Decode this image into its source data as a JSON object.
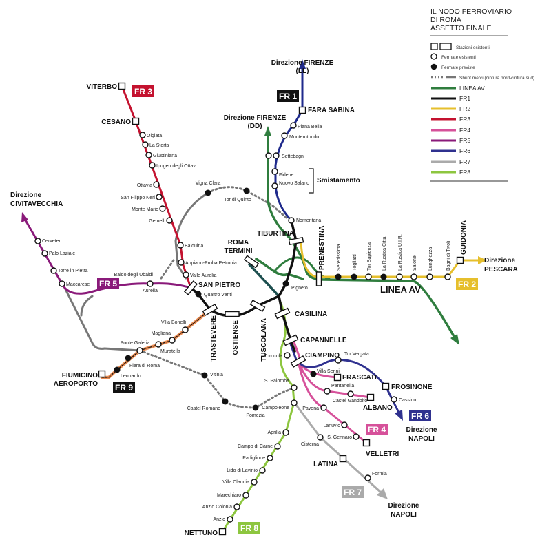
{
  "legend": {
    "title": [
      "IL NODO FERROVIARIO",
      "DI ROMA",
      "ASSETTO FINALE"
    ],
    "items": [
      {
        "label": "Stazioni esistenti",
        "kind": "station"
      },
      {
        "label": "Fermate esistenti",
        "kind": "open"
      },
      {
        "label": "Fermate previste",
        "kind": "filled"
      },
      {
        "label": "Shunt merci (cintura nord-cintura sud)",
        "kind": "shunt"
      },
      {
        "label": "LINEA AV",
        "kind": "line",
        "line": "av"
      },
      {
        "label": "FR1",
        "kind": "line",
        "line": "fr1"
      },
      {
        "label": "FR2",
        "kind": "line",
        "line": "fr2"
      },
      {
        "label": "FR3",
        "kind": "line",
        "line": "fr3"
      },
      {
        "label": "FR4",
        "kind": "line",
        "line": "fr4"
      },
      {
        "label": "FR5",
        "kind": "line",
        "line": "fr5"
      },
      {
        "label": "FR6",
        "kind": "line",
        "line": "fr6"
      },
      {
        "label": "FR7",
        "kind": "line",
        "line": "fr7"
      },
      {
        "label": "FR8",
        "kind": "line",
        "line": "fr8"
      }
    ]
  },
  "lines": {
    "av": {
      "label": "LINEA AV",
      "color": "#2f7d3e"
    },
    "fr1": {
      "badge": "FR 1",
      "color": "#111111",
      "north_color": "#1f2a8c"
    },
    "fr2": {
      "badge": "FR 2",
      "color": "#e6bf2c"
    },
    "fr3": {
      "badge": "FR 3",
      "color": "#c4122f"
    },
    "fr4": {
      "badge": "FR 4",
      "color": "#d6519a"
    },
    "fr5": {
      "badge": "FR 5",
      "color": "#8a1a7a"
    },
    "fr6": {
      "badge": "FR 6",
      "color": "#2f318f"
    },
    "fr7": {
      "badge": "FR 7",
      "color": "#aaaaaa"
    },
    "fr8": {
      "badge": "FR 8",
      "color": "#8dc63f"
    },
    "fr9": {
      "badge": "FR 9",
      "color": "#e88a50",
      "badge_color": "#111111"
    },
    "shunt": {
      "color": "#777777"
    },
    "termini_link": {
      "color": "#1d4f4f"
    }
  },
  "directions": {
    "firenze_ll": [
      "Direzione FIRENZE",
      "(LL)"
    ],
    "firenze_dd": [
      "Direzione FIRENZE",
      "(DD)"
    ],
    "civitavecchia": [
      "Direzione",
      "CIVITAVECCHIA"
    ],
    "pescara": [
      "Direzione",
      "PESCARA"
    ],
    "napoli_fr6": [
      "Direzione",
      "NAPOLI"
    ],
    "napoli_fr7": [
      "Direzione",
      "NAPOLI"
    ]
  },
  "annotations": {
    "smistamento": "Smistamento"
  },
  "stations": {
    "viterbo": {
      "name": "VITERBO",
      "type": "station"
    },
    "cesano": {
      "name": "CESANO",
      "type": "station"
    },
    "olgiata": {
      "name": "Olgiata",
      "type": "open"
    },
    "la_storta": {
      "name": "La Storta",
      "type": "open"
    },
    "giustiniana": {
      "name": "Giustiniana",
      "type": "open"
    },
    "ipogeo": {
      "name": "Ipogeo degli Ottavi",
      "type": "open"
    },
    "ottavia": {
      "name": "Ottavia",
      "type": "open"
    },
    "san_filippo": {
      "name": "San Filippo Neri",
      "type": "open"
    },
    "monte_mario": {
      "name": "Monte Mario",
      "type": "open"
    },
    "gemelli": {
      "name": "Gemelli",
      "type": "open"
    },
    "balduina": {
      "name": "Balduina",
      "type": "open"
    },
    "appiano": {
      "name": "Appiano-Proba Petronia",
      "type": "open"
    },
    "valle_aurelia": {
      "name": "Valle Aurelia",
      "type": "open"
    },
    "san_pietro": {
      "name": "SAN PIETRO",
      "type": "bar"
    },
    "cerveteri": {
      "name": "Cerveteri",
      "type": "open"
    },
    "palo_laziale": {
      "name": "Palo Laziale",
      "type": "open"
    },
    "torre_in_pietra": {
      "name": "Torre in Pietra",
      "type": "open"
    },
    "maccarese": {
      "name": "Maccarese",
      "type": "open"
    },
    "aurelia": {
      "name": "Aurelia",
      "type": "open"
    },
    "baldo_degli_ubaldi": {
      "name": "Baldo degli Ubaldi",
      "type": "label"
    },
    "vigna_clara": {
      "name": "Vigna Clara",
      "type": "filled"
    },
    "tor_di_quinto": {
      "name": "Tor di Quinto",
      "type": "filled"
    },
    "fara_sabina": {
      "name": "FARA SABINA",
      "type": "station"
    },
    "piana_bella": {
      "name": "Piana Bella",
      "type": "open"
    },
    "monterotondo": {
      "name": "Monterotondo",
      "type": "open"
    },
    "settebagni": {
      "name": "Settebagni",
      "type": "open"
    },
    "fidene": {
      "name": "Fidene",
      "type": "open"
    },
    "nuovo_salario": {
      "name": "Nuovo Salario",
      "type": "open"
    },
    "nomentana": {
      "name": "Nomentana",
      "type": "open"
    },
    "tiburtina": {
      "name": "TIBURTINA",
      "type": "bar"
    },
    "roma_termini": {
      "name": "ROMA\nTERMINI",
      "type": "bar"
    },
    "pigneto": {
      "name": "Pigneto",
      "type": "filled"
    },
    "quattro_venti": {
      "name": "Quattro Venti",
      "type": "filled"
    },
    "trastevere": {
      "name": "TRASTEVERE",
      "type": "bar"
    },
    "ostiense": {
      "name": "OSTIENSE",
      "type": "bar"
    },
    "tuscolana": {
      "name": "TUSCOLANA",
      "type": "bar"
    },
    "casilina": {
      "name": "CASILINA",
      "type": "bar"
    },
    "capannelle": {
      "name": "CAPANNELLE",
      "type": "bar"
    },
    "ciampino": {
      "name": "CIAMPINO",
      "type": "bar"
    },
    "torricola": {
      "name": "Torricola",
      "type": "open"
    },
    "prenestina": {
      "name": "PRENESTINA",
      "type": "bar"
    },
    "serenissima": {
      "name": "Serenissima",
      "type": "filled"
    },
    "togliatti": {
      "name": "Togliatti",
      "type": "filled"
    },
    "tor_sapienza": {
      "name": "Tor Sapienza",
      "type": "open"
    },
    "la_rustica_citta": {
      "name": "La Rustica Città",
      "type": "filled"
    },
    "la_rustica_uir": {
      "name": "La Rustica U.I.R.",
      "type": "open"
    },
    "salone": {
      "name": "Salone",
      "type": "open"
    },
    "lunghezza": {
      "name": "Lunghezza",
      "type": "open"
    },
    "bagni_di_tivoli": {
      "name": "Bagni di Tivoli",
      "type": "open"
    },
    "guidonia": {
      "name": "GUIDONIA",
      "type": "station"
    },
    "tor_vergata": {
      "name": "Tor Vergata",
      "type": "open"
    },
    "villa_senni": {
      "name": "Villa Senni",
      "type": "filled"
    },
    "frascati": {
      "name": "FRASCATI",
      "type": "station"
    },
    "pantanella": {
      "name": "Pantanella",
      "type": "open"
    },
    "castel_gandolfo": {
      "name": "Castel Gandolfo",
      "type": "open"
    },
    "albano": {
      "name": "ALBANO",
      "type": "station"
    },
    "pavona": {
      "name": "Pavona",
      "type": "open"
    },
    "lanuvio": {
      "name": "Lanuvio",
      "type": "open"
    },
    "s_gennaro": {
      "name": "S. Gennaro",
      "type": "open"
    },
    "velletri": {
      "name": "VELLETRI",
      "type": "station"
    },
    "frosinone": {
      "name": "FROSINONE",
      "type": "station"
    },
    "cassino": {
      "name": "Cassino",
      "type": "open"
    },
    "s_palomba": {
      "name": "S. Palomba",
      "type": "open"
    },
    "campoleone": {
      "name": "Campoleone",
      "type": "open"
    },
    "aprilia": {
      "name": "Aprilia",
      "type": "open"
    },
    "campo_di_carne": {
      "name": "Campo di Carne",
      "type": "open"
    },
    "padiglione": {
      "name": "Padiglione",
      "type": "open"
    },
    "lido_di_lavinio": {
      "name": "Lido di Lavinio",
      "type": "open"
    },
    "villa_claudia": {
      "name": "Villa Claudia",
      "type": "open"
    },
    "marechiaro": {
      "name": "Marechiaro",
      "type": "open"
    },
    "anzio_colonia": {
      "name": "Anzio Colonia",
      "type": "open"
    },
    "anzio": {
      "name": "Anzio",
      "type": "open"
    },
    "nettuno": {
      "name": "NETTUNO",
      "type": "station"
    },
    "cisterna": {
      "name": "Cisterna",
      "type": "open"
    },
    "latina": {
      "name": "LATINA",
      "type": "station"
    },
    "formia": {
      "name": "Formia",
      "type": "open"
    },
    "fiumicino": {
      "name": "FIUMICINO\nAEROPORTO",
      "type": "station"
    },
    "leonardo": {
      "name": "Leonardo",
      "type": "filled"
    },
    "fiera_di_roma": {
      "name": "Fiera di Roma",
      "type": "filled"
    },
    "ponte_galeria": {
      "name": "Ponte Galeria",
      "type": "open"
    },
    "muratella": {
      "name": "Muratella",
      "type": "open"
    },
    "magliana": {
      "name": "Magliana",
      "type": "open"
    },
    "villa_bonelli": {
      "name": "Villa Bonelli",
      "type": "open"
    },
    "vitinia": {
      "name": "Vitinia",
      "type": "filled"
    },
    "castel_romano": {
      "name": "Castel Romano",
      "type": "filled"
    },
    "pomezia": {
      "name": "Pomezia",
      "type": "filled"
    }
  }
}
